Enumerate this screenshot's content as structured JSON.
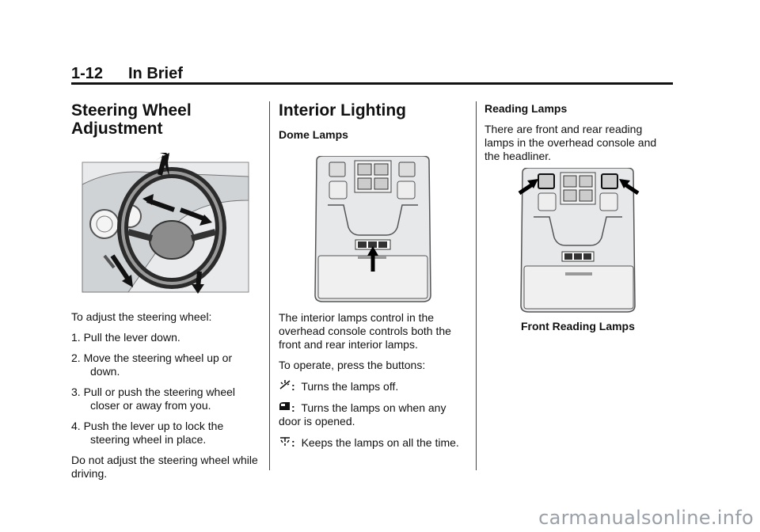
{
  "header": {
    "page_number": "1-12",
    "section": "In Brief"
  },
  "col1": {
    "title_line1": "Steering Wheel",
    "title_line2": "Adjustment",
    "intro": "To adjust the steering wheel:",
    "steps": [
      "1. Pull the lever down.",
      "2. Move the steering wheel up or down.",
      "3. Pull or push the steering wheel closer or away from you.",
      "4. Push the lever up to lock the steering wheel in place."
    ],
    "warning": "Do not adjust the steering wheel while driving."
  },
  "col2": {
    "title": "Interior Lighting",
    "subtitle": "Dome Lamps",
    "para1": "The interior lamps control in the overhead console controls both the front and rear interior lamps.",
    "para2": "To operate, press the buttons:",
    "buttons": [
      {
        "icon": "lamp-off-icon",
        "symbol": ":",
        "text": "Turns the lamps off."
      },
      {
        "icon": "door-icon",
        "symbol": ":",
        "text": "Turns the lamps on when any door is opened."
      },
      {
        "icon": "lamp-on-icon",
        "symbol": ":",
        "text": "Keeps the lamps on all the time."
      }
    ]
  },
  "col3": {
    "title": "Reading Lamps",
    "para": "There are front and rear reading lamps in the overhead console and the headliner.",
    "caption": "Front Reading Lamps"
  },
  "watermark": "carmanualsonline.info"
}
